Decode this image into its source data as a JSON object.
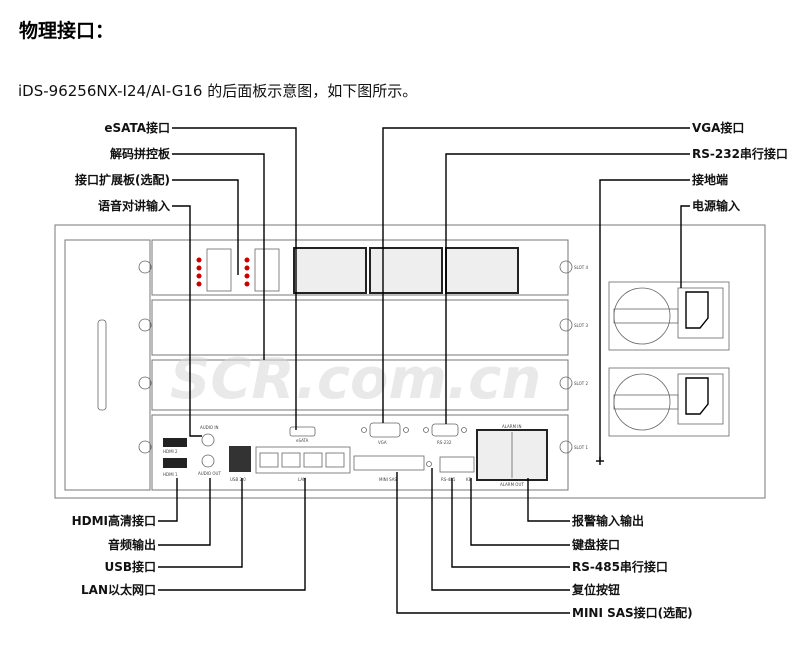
{
  "heading": "物理接口：",
  "intro": "iDS-96256NX-I24/AI-G16 的后面板示意图，如下图所示。",
  "watermark": "SCR.com.cn",
  "callouts": {
    "esata": "eSATA接口",
    "decode_board": "解码拼控板",
    "expansion_board": "接口扩展板(选配)",
    "audio_talk_in": "语音对讲输入",
    "vga": "VGA接口",
    "rs232": "RS-232串行接口",
    "ground": "接地端",
    "power_input": "电源输入",
    "hdmi": "HDMI高清接口",
    "audio_out": "音频输出",
    "usb": "USB接口",
    "lan": "LAN以太网口",
    "alarm_io": "报警输入输出",
    "keyboard": "键盘接口",
    "rs485": "RS-485串行接口",
    "reset": "复位按钮",
    "mini_sas": "MINI SAS接口(选配)"
  },
  "panel_labels": {
    "audio_in": "AUDIO IN",
    "audio_out": "AUDIO OUT",
    "hdmi2": "HDMI 2",
    "hdmi1": "HDMI 1",
    "usb": "USB 2.0",
    "lan": "LAN",
    "esata": "eSATA",
    "vga": "VGA",
    "rs232": "RS-232",
    "mini_sas": "MINI SAS",
    "rs485": "RS-485",
    "kb": "KB",
    "alarm_in": "ALARM IN",
    "alarm_out": "ALARM OUT",
    "slot4": "SLOT 4",
    "slot3": "SLOT 3",
    "slot2": "SLOT 2",
    "slot1": "SLOT 1"
  }
}
